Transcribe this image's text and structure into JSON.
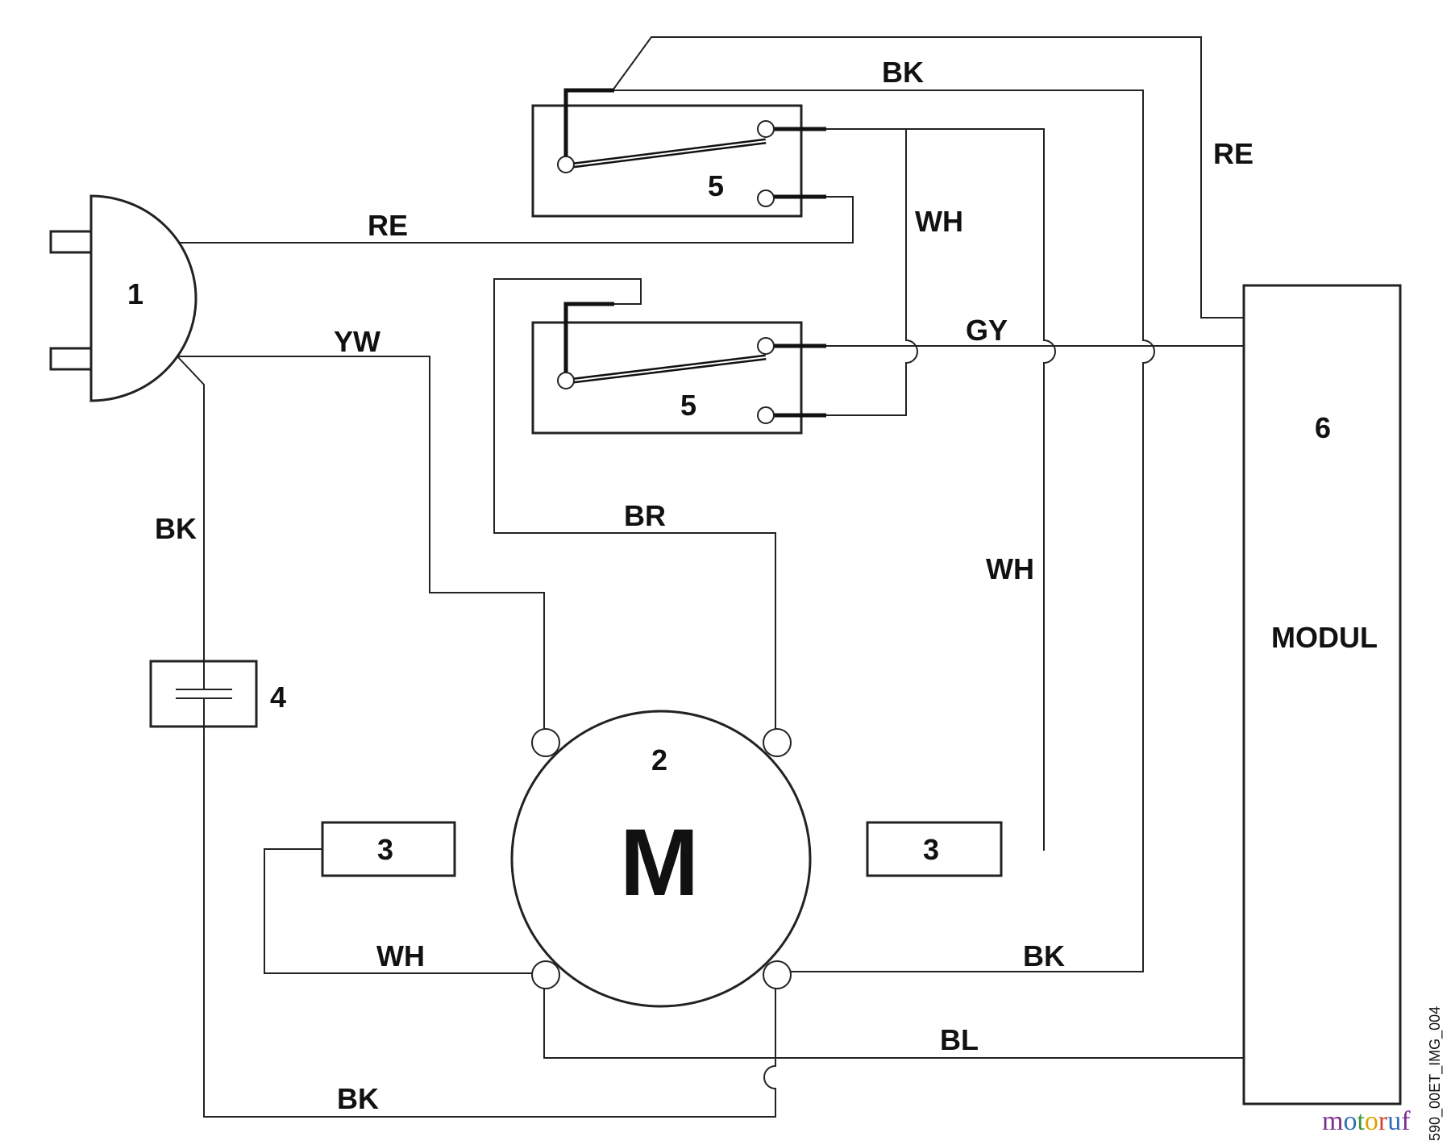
{
  "components": {
    "plug": "1",
    "motor_number": "2",
    "motor_symbol": "M",
    "field_left": "3",
    "field_right": "3",
    "capacitor": "4",
    "switch_top": "5",
    "switch_bottom": "5",
    "module_number": "6",
    "module_label": "MODUL"
  },
  "wires": {
    "re_plug": "RE",
    "re_module": "RE",
    "bk_top": "BK",
    "wh_switch": "WH",
    "gy": "GY",
    "yw": "YW",
    "br": "BR",
    "wh_long": "WH",
    "bk_left": "BK",
    "wh_bottom": "WH",
    "bk_right": "BK",
    "bl": "BL",
    "bk_bottom": "BK"
  },
  "image_code": "590_00ET_IMG_004",
  "brand": [
    "m",
    "o",
    "t",
    "o",
    "r",
    "u",
    "f"
  ],
  "colors": {
    "brand": [
      "#7b2d8e",
      "#2e6fb5",
      "#3a9a3a",
      "#d9a400",
      "#d4462e",
      "#2e6fb5",
      "#7b2d8e"
    ]
  }
}
